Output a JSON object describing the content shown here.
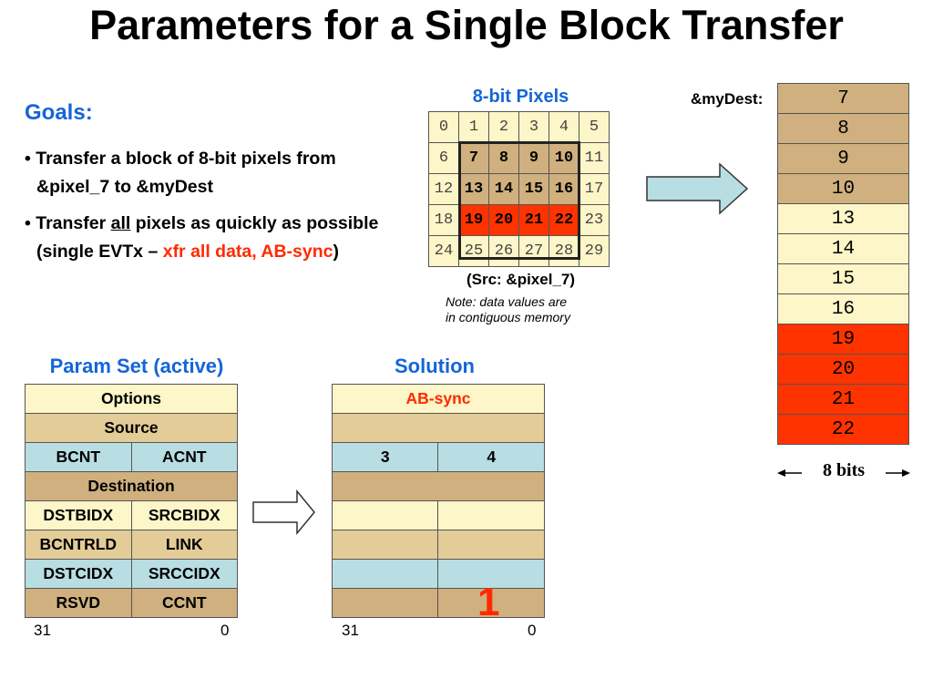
{
  "title": "Parameters for a Single Block Transfer",
  "goals": {
    "heading": "Goals:",
    "bullet1": {
      "marker": "•",
      "line1": "Transfer a block of 8-bit pixels from",
      "line2": "&pixel_7 to &myDest"
    },
    "bullet2": {
      "marker": "•",
      "line1_pre": "Transfer ",
      "line1_underlined": "all",
      "line1_post": " pixels as quickly as possible",
      "line2_pre": "(single EVTx – ",
      "line2_red": "xfr all data, AB-sync",
      "line2_post": ")"
    }
  },
  "pixels": {
    "heading": "8-bit Pixels",
    "rows": [
      [
        "0",
        "1",
        "2",
        "3",
        "4",
        "5"
      ],
      [
        "6",
        "7",
        "8",
        "9",
        "10",
        "11"
      ],
      [
        "12",
        "13",
        "14",
        "15",
        "16",
        "17"
      ],
      [
        "18",
        "19",
        "20",
        "21",
        "22",
        "23"
      ],
      [
        "24",
        "25",
        "26",
        "27",
        "28",
        "29"
      ]
    ],
    "source_label": "(Src:  &pixel_7)",
    "note_line1": "Note: data values are",
    "note_line2": "in contiguous memory"
  },
  "destination": {
    "label": "&myDest:",
    "values": [
      "7",
      "8",
      "9",
      "10",
      "13",
      "14",
      "15",
      "16",
      "19",
      "20",
      "21",
      "22"
    ],
    "bits_label": "8 bits"
  },
  "param_set": {
    "heading": "Param Set (active)",
    "options": "Options",
    "source": "Source",
    "bcnt": "BCNT",
    "acnt": "ACNT",
    "destination": "Destination",
    "dstbidx": "DSTBIDX",
    "srcbidx": "SRCBIDX",
    "bcntrld": "BCNTRLD",
    "link": "LINK",
    "dstcidx": "DSTCIDX",
    "srccidx": "SRCCIDX",
    "rsvd": "RSVD",
    "ccnt": "CCNT",
    "bit_high": "31",
    "bit_low": "0"
  },
  "solution": {
    "heading": "Solution",
    "options": "AB-sync",
    "bcnt": "3",
    "acnt": "4",
    "ccnt": "1",
    "bit_high": "31",
    "bit_low": "0"
  },
  "colors": {
    "heading_blue": "#1565d8",
    "accent_red": "#ff2a00",
    "cream": "#fcf6c8",
    "tan": "#e3cc97",
    "brown": "#cfb07e",
    "blue": "#b8dde2",
    "arrow_fill": "#b8dde2"
  }
}
